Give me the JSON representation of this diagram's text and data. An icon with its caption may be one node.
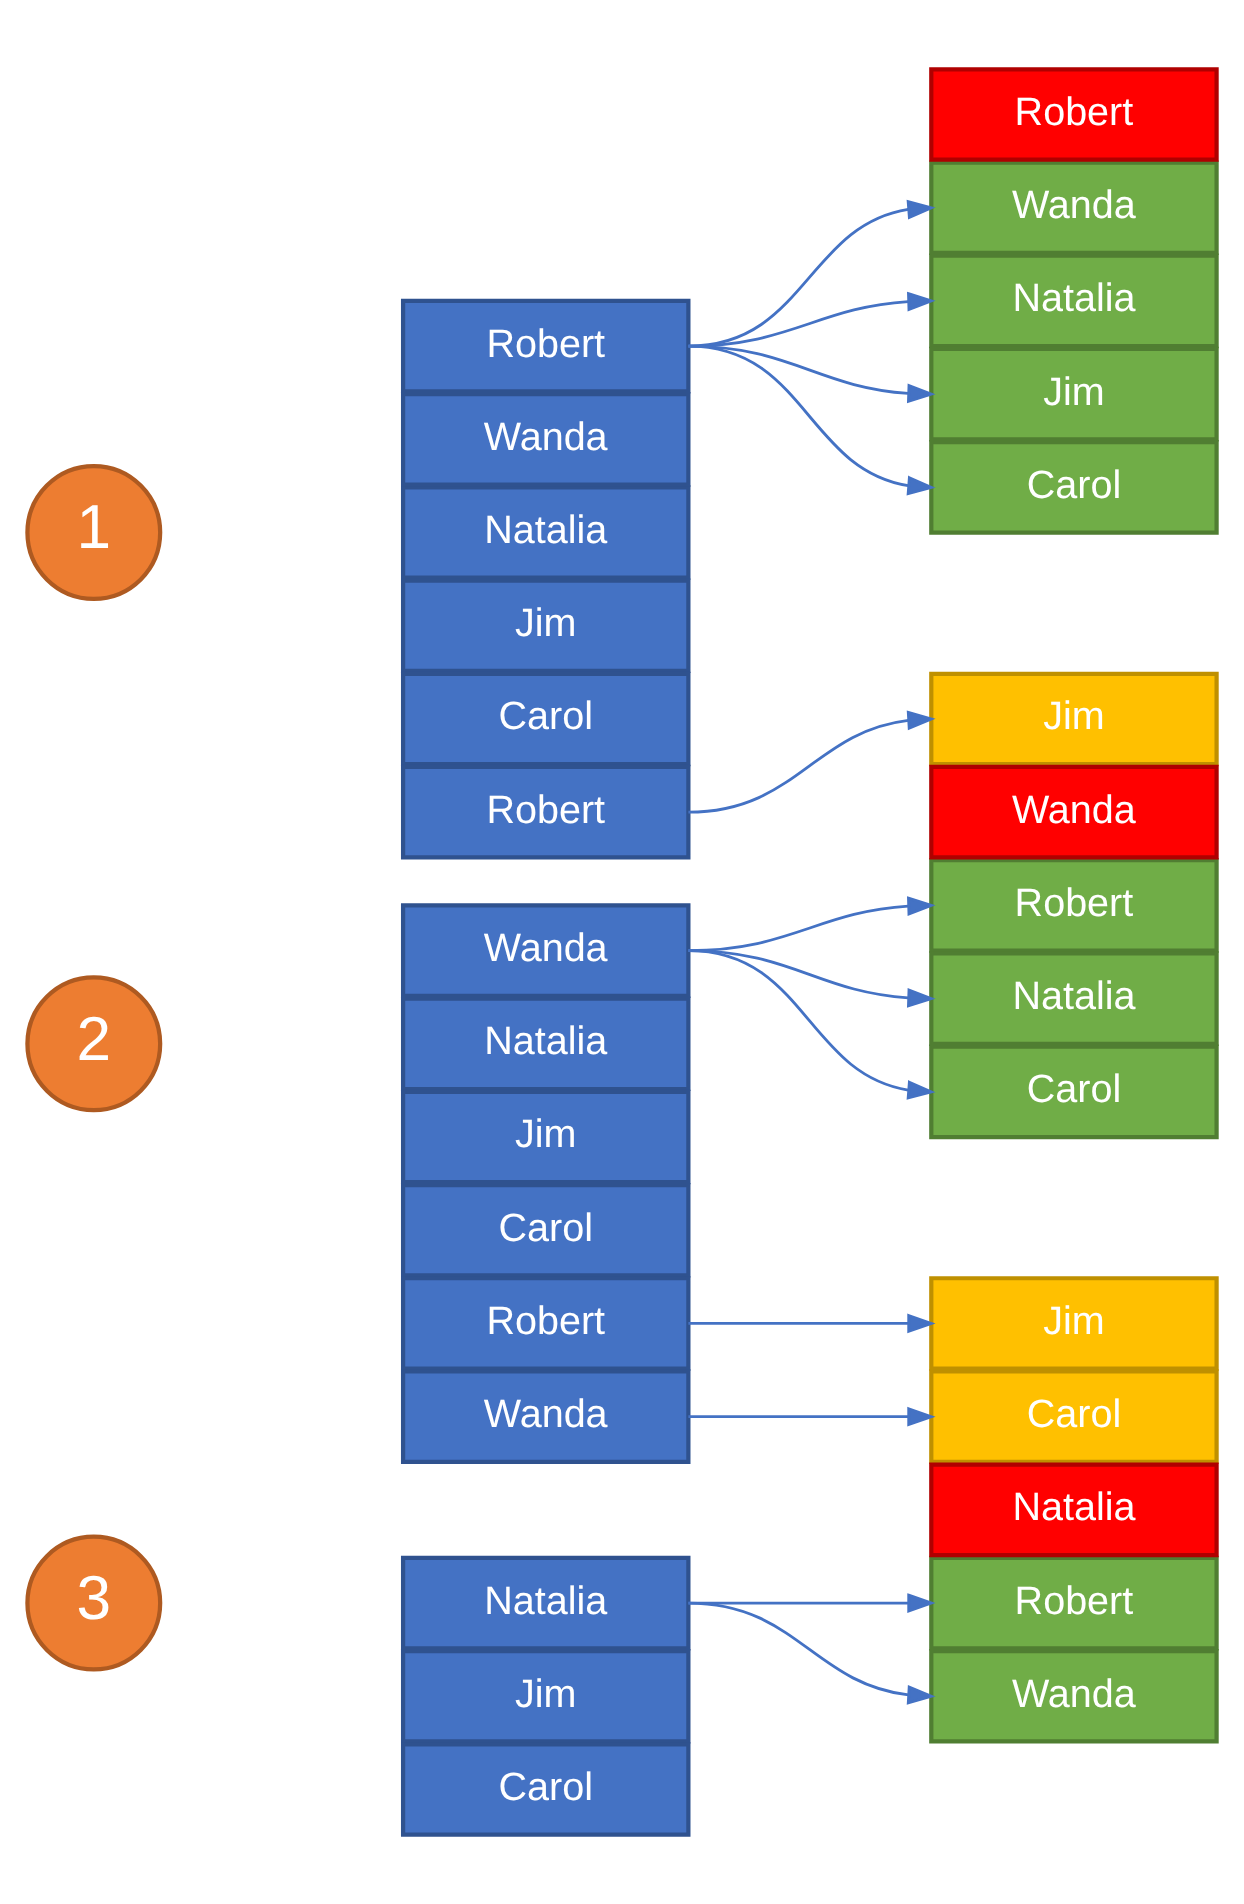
{
  "diagram": {
    "nodes": [
      {
        "text": [
          "1"
        ]
      },
      {
        "text": [
          "Robert"
        ]
      },
      {
        "text": [
          "Wanda"
        ]
      },
      {
        "text": [
          "Natalia"
        ]
      },
      {
        "text": [
          "Jim"
        ]
      },
      {
        "text": [
          "Carol"
        ]
      },
      {
        "text": [
          "Robert"
        ]
      },
      {
        "text": [
          "Wanda"
        ]
      },
      {
        "text": [
          "Natalia"
        ]
      },
      {
        "text": [
          "Jim"
        ]
      },
      {
        "text": [
          "Carol"
        ]
      },
      {
        "text": [
          "2"
        ]
      },
      {
        "text": [
          "Robert"
        ]
      },
      {
        "text": [
          "Wanda"
        ]
      },
      {
        "text": [
          "Natalia"
        ]
      },
      {
        "text": [
          "Jim"
        ]
      },
      {
        "text": [
          "Carol"
        ]
      },
      {
        "text": [
          "Jim"
        ]
      },
      {
        "text": [
          "Wanda"
        ]
      },
      {
        "text": [
          "Robert"
        ]
      },
      {
        "text": [
          "Natalia"
        ]
      },
      {
        "text": [
          "Carol"
        ]
      },
      {
        "text": [
          "3"
        ]
      },
      {
        "text": [
          "Robert"
        ]
      },
      {
        "text": [
          "Wanda"
        ]
      },
      {
        "text": [
          "Natalia"
        ]
      },
      {
        "text": [
          "Jim"
        ]
      },
      {
        "text": [
          "Carol"
        ]
      },
      {
        "text": [
          "Jim"
        ]
      },
      {
        "text": [
          "Carol"
        ]
      },
      {
        "text": [
          "Natalia"
        ]
      },
      {
        "text": [
          "Robert"
        ]
      },
      {
        "text": [
          "Wanda"
        ]
      }
    ],
    "edges": [
      {
        "from": 1,
        "to": 7,
        "arrow": "to"
      },
      {
        "from": 1,
        "to": 8,
        "arrow": "to"
      },
      {
        "from": 1,
        "to": 9,
        "arrow": "to"
      },
      {
        "from": 1,
        "to": 10,
        "arrow": "to"
      },
      {
        "from": 12,
        "to": 17,
        "arrow": "to"
      },
      {
        "from": 13,
        "to": 19,
        "arrow": "to"
      },
      {
        "from": 13,
        "to": 20,
        "arrow": "to"
      },
      {
        "from": 13,
        "to": 21,
        "arrow": "to"
      },
      {
        "from": 23,
        "to": 28,
        "arrow": "to"
      },
      {
        "from": 24,
        "to": 29,
        "arrow": "to"
      },
      {
        "from": 25,
        "to": 31,
        "arrow": "to"
      },
      {
        "from": 25,
        "to": 32,
        "arrow": "to"
      }
    ]
  }
}
